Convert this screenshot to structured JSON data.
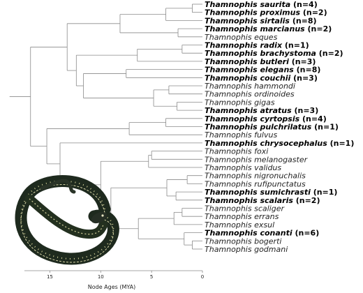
{
  "figure": {
    "axis": {
      "title": "Node Ages (MYA)",
      "ticks": [
        15,
        10,
        5,
        0
      ],
      "range": [
        17.5,
        0
      ]
    },
    "image_alt": "garter-snake-photo",
    "taxa": [
      {
        "name": "Thamnophis saurita",
        "count": "(n=4)",
        "bold": true
      },
      {
        "name": "Thamnophis proximus",
        "count": "(n=2)",
        "bold": true
      },
      {
        "name": "Thamnophis sirtalis",
        "count": "(n=8)",
        "bold": true
      },
      {
        "name": "Thamnophis marcianus",
        "count": "(n=2)",
        "bold": true
      },
      {
        "name": "Thamnophis eques",
        "count": "",
        "bold": false
      },
      {
        "name": "Thamnophis radix",
        "count": "(n=1)",
        "bold": true
      },
      {
        "name": "Thamnophis brachystoma",
        "count": "(n=2)",
        "bold": true
      },
      {
        "name": "Thamnophis butleri",
        "count": "(n=3)",
        "bold": true
      },
      {
        "name": "Thamnophis elegans",
        "count": "(n=8)",
        "bold": true
      },
      {
        "name": "Thamnophis couchii",
        "count": "(n=3)",
        "bold": true
      },
      {
        "name": "Thamnophis hammondi",
        "count": "",
        "bold": false
      },
      {
        "name": "Thamnophis ordinoides",
        "count": "",
        "bold": false
      },
      {
        "name": "Thamnophis gigas",
        "count": "",
        "bold": false
      },
      {
        "name": "Thamnophis atratus",
        "count": "(n=3)",
        "bold": true
      },
      {
        "name": "Thamnophis cyrtopsis",
        "count": "(n=4)",
        "bold": true
      },
      {
        "name": "Thamnophis pulchrilatus",
        "count": "(n=1)",
        "bold": true
      },
      {
        "name": "Thamnophis fulvus",
        "count": "",
        "bold": false
      },
      {
        "name": "Thamnophis chrysocephalus",
        "count": "(n=1)",
        "bold": true
      },
      {
        "name": "Thamnophis foxi",
        "count": "",
        "bold": false
      },
      {
        "name": "Thamnophis melanogaster",
        "count": "",
        "bold": false
      },
      {
        "name": "Thamnophis validus",
        "count": "",
        "bold": false
      },
      {
        "name": "Thamnophis nigronuchalis",
        "count": "",
        "bold": false
      },
      {
        "name": "Thamnophis rufipunctatus",
        "count": "",
        "bold": false
      },
      {
        "name": "Thamnophis sumichrasti",
        "count": "(n=1)",
        "bold": true
      },
      {
        "name": "Thamnophis scalaris",
        "count": "(n=2)",
        "bold": true
      },
      {
        "name": "Thamnophis scaliger",
        "count": "",
        "bold": false
      },
      {
        "name": "Thamnophis errans",
        "count": "",
        "bold": false
      },
      {
        "name": "Thamnophis exsul",
        "count": "",
        "bold": false
      },
      {
        "name": "Thamnophis conanti",
        "count": "(n=6)",
        "bold": true
      },
      {
        "name": "Thamnophis bogerti",
        "count": "",
        "bold": false
      },
      {
        "name": "Thamnophis godmani",
        "count": "",
        "bold": false
      }
    ],
    "tree": {
      "age": 16.9,
      "children": [
        {
          "age": 13.3,
          "children": [
            {
              "age": 8.1,
              "children": [
                {
                  "age": 3.6,
                  "children": [
                    {
                      "age": 1.0,
                      "children": [
                        {
                          "tip": 0
                        },
                        {
                          "tip": 1
                        }
                      ]
                    },
                    {
                      "tip": 2
                    }
                  ]
                },
                {
                  "age": 2.4,
                  "children": [
                    {
                      "tip": 3
                    },
                    {
                      "tip": 4
                    }
                  ]
                }
              ]
            },
            {
              "age": 12.4,
              "children": [
                {
                  "age": 6.4,
                  "children": [
                    {
                      "age": 2.0,
                      "children": [
                        {
                          "tip": 5
                        },
                        {
                          "tip": 6
                        }
                      ]
                    },
                    {
                      "tip": 7
                    }
                  ]
                },
                {
                  "age": 11.7,
                  "children": [
                    {
                      "age": 7.5,
                      "children": [
                        {
                          "tip": 8
                        },
                        {
                          "tip": 9
                        }
                      ]
                    },
                    {
                      "age": 4.8,
                      "children": [
                        {
                          "age": 3.3,
                          "children": [
                            {
                              "tip": 10
                            },
                            {
                              "tip": 11
                            }
                          ]
                        },
                        {
                          "age": 2.5,
                          "children": [
                            {
                              "tip": 12
                            },
                            {
                              "tip": 13
                            }
                          ]
                        }
                      ]
                    }
                  ]
                }
              ]
            }
          ]
        },
        {
          "age": 15.3,
          "children": [
            {
              "age": 7.2,
              "children": [
                {
                  "age": 3.6,
                  "children": [
                    {
                      "tip": 14
                    },
                    {
                      "tip": 15
                    }
                  ]
                },
                {
                  "tip": 16
                }
              ]
            },
            {
              "age": 14.0,
              "children": [
                {
                  "tip": 17
                },
                {
                  "age": 10.0,
                  "children": [
                    {
                      "age": 5.3,
                      "children": [
                        {
                          "age": 5.0,
                          "children": [
                            {
                              "tip": 18
                            },
                            {
                              "tip": 19
                            }
                          ]
                        },
                        {
                          "tip": 20
                        }
                      ]
                    },
                    {
                      "age": 9.0,
                      "children": [
                        {
                          "age": 3.5,
                          "children": [
                            {
                              "age": 1.5,
                              "children": [
                                {
                                  "tip": 21
                                },
                                {
                                  "tip": 22
                                }
                              ]
                            },
                            {
                              "age": 2.6,
                              "children": [
                                {
                                  "tip": 23
                                },
                                {
                                  "tip": 24
                                }
                              ]
                            }
                          ]
                        },
                        {
                          "age": 6.3,
                          "children": [
                            {
                              "age": 2.8,
                              "children": [
                                {
                                  "age": 2.0,
                                  "children": [
                                    {
                                      "tip": 25
                                    },
                                    {
                                      "tip": 26
                                    }
                                  ]
                                },
                                {
                                  "tip": 27
                                }
                              ]
                            },
                            {
                              "age": 1.8,
                              "children": [
                                {
                                  "tip": 28
                                },
                                {
                                  "age": 1.0,
                                  "children": [
                                    {
                                      "tip": 29
                                    },
                                    {
                                      "tip": 30
                                    }
                                  ]
                                }
                              ]
                            }
                          ]
                        }
                      ]
                    }
                  ]
                }
              ]
            }
          ]
        }
      ]
    }
  }
}
